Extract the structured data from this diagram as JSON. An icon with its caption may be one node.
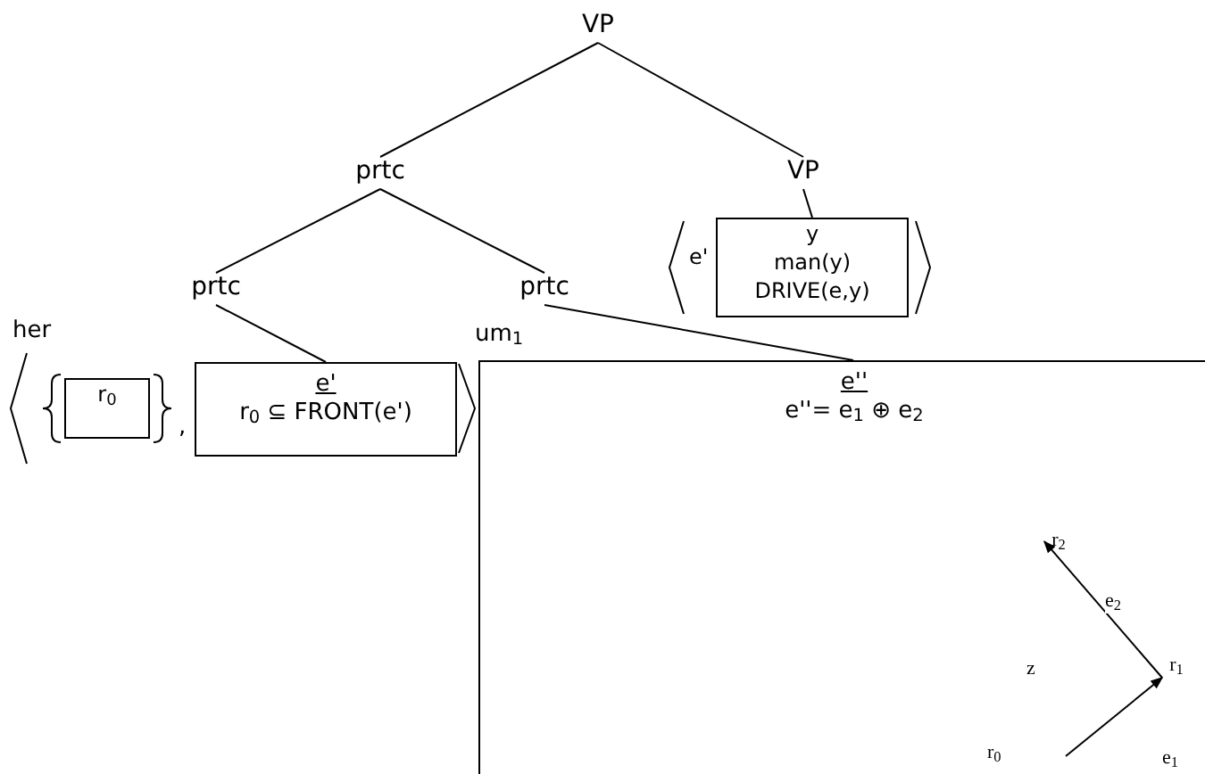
{
  "diagram": {
    "nodes": [
      {
        "text": [
          "VP"
        ]
      },
      {
        "text": [
          "prtc"
        ]
      },
      {
        "text": [
          "VP"
        ]
      },
      {
        "text": [
          "prtc"
        ]
      },
      {
        "text": [
          "prtc"
        ]
      },
      {
        "text": [
          "r$_{0}$"
        ]
      },
      {
        "text": [
          "e'",
          "r$_{0}$ ⊆ FRONT(e')"
        ]
      },
      {
        "text": [
          "e''",
          "e''= e$_{1}$ ⊕ e$_{2}$"
        ]
      },
      {
        "text": [
          "y",
          "man(y)",
          "DRIVE(e,y)"
        ],
        "beside": [
          "e'"
        ]
      },
      {
        "text": [
          "r$_{1}$"
        ],
        "in": 7
      },
      {
        "text": [
          "r$_{2}$"
        ],
        "in": 7
      }
    ],
    "edges": [
      {
        "from": 0,
        "to": 1,
        "arrow": "none"
      },
      {
        "from": 0,
        "to": 2,
        "arrow": "none"
      },
      {
        "from": 1,
        "to": 3,
        "arrow": "none"
      },
      {
        "from": 1,
        "to": 4,
        "arrow": "none"
      },
      {
        "from": 2,
        "to": 8,
        "arrow": "none"
      },
      {
        "from": 3,
        "to": 6,
        "arrow": "none"
      },
      {
        "from": 4,
        "to": 7,
        "arrow": "none"
      },
      {
        "from": null,
        "to": 9,
        "arrow": "to",
        "label": "e$_{1}$"
      },
      {
        "from": 9,
        "to": 10,
        "arrow": "to",
        "label": "e$_{2}$"
      }
    ],
    "labels": [
      "her",
      ",",
      "um$_{1}$",
      "z",
      "r$_{0}$"
    ]
  }
}
